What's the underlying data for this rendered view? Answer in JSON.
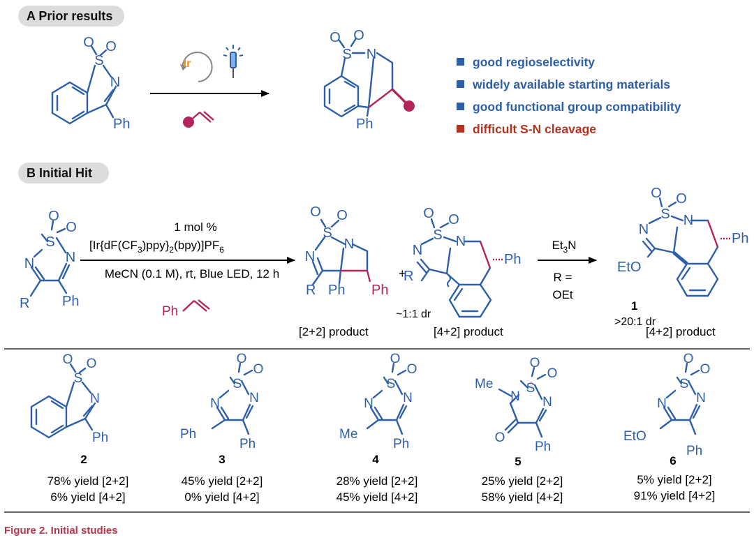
{
  "section_a": {
    "label": "A Prior results"
  },
  "section_b": {
    "label": "B Initial Hit"
  },
  "catalyst_badge": "Ir",
  "bullets": [
    {
      "text": "good regioselectivity",
      "color": "#2d5fa8"
    },
    {
      "text": "widely available starting materials",
      "color": "#2d5fa8"
    },
    {
      "text": "good functional group compatibility",
      "color": "#2d5fa8"
    },
    {
      "text": "difficult S-N cleavage",
      "color": "#b3321e"
    }
  ],
  "atoms": {
    "S": "S",
    "N": "N",
    "O": "O",
    "Ph": "Ph",
    "R": "R",
    "Me": "Me",
    "EtO": "EtO"
  },
  "conditions": {
    "loading": "1 mol %",
    "catalyst_main": "[Ir{dF(CF",
    "sub_3": "3",
    "catalyst_mid": ")ppy}",
    "sub_2": "2",
    "catalyst_end": "(bpy)]PF",
    "sub_6": "6",
    "solvent": "MeCN (0.1 M), rt, Blue LED, 12 h"
  },
  "plus": "+",
  "dr_mix": "~1:1 dr",
  "base": {
    "reagent": "Et",
    "sub": "3",
    "reagent_end": "N",
    "r_eq": "R =",
    "r_val": "OEt"
  },
  "compound_1": {
    "label": "1",
    "dr": ">20:1 dr"
  },
  "product_labels": {
    "p22": "[2+2] product",
    "p42_mid": "[4+2] product",
    "p42_right": "[4+2] product"
  },
  "compounds": [
    {
      "label": "2",
      "y22": "78% yield [2+2]",
      "y42": "6% yield [4+2]"
    },
    {
      "label": "3",
      "y22": "45% yield [2+2]",
      "y42": "0% yield [4+2]"
    },
    {
      "label": "4",
      "y22": "28% yield [2+2]",
      "y42": "45% yield [4+2]"
    },
    {
      "label": "5",
      "y22": "25% yield [2+2]",
      "y42": "58% yield [4+2]"
    },
    {
      "label": "6",
      "y22": "5% yield [2+2]",
      "y42": "91% yield [4+2]"
    }
  ],
  "caption": "Figure 2.  Initial studies",
  "colors": {
    "bond": "#2d5fa8",
    "alkene": "#b2245a",
    "bullet_blue": "#2d5fa8",
    "bullet_red": "#b3321e",
    "caption": "#b5364a",
    "ir_badge": "#f08c1a",
    "rule": "#333333"
  }
}
